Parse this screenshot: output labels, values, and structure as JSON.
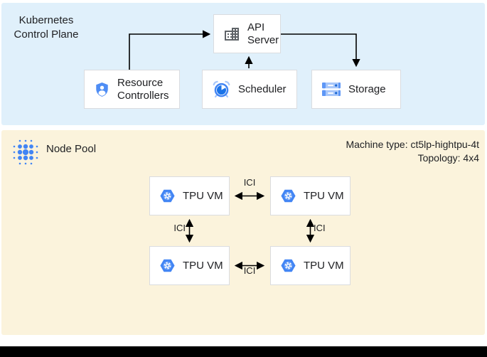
{
  "control_plane": {
    "title": "Kubernetes Control Plane",
    "boxes": {
      "api_server": "API Server",
      "resource_controllers": "Resource Controllers",
      "scheduler": "Scheduler",
      "storage": "Storage"
    }
  },
  "node_pool": {
    "title": "Node Pool",
    "machine_type": "Machine type: ct5lp-hightpu-4t",
    "topology": "Topology: 4x4",
    "tpu_vm": "TPU VM",
    "ici": "ICI"
  },
  "icons": {
    "api_server": "building-icon",
    "resource_controllers": "shield-user-icon",
    "scheduler": "alarm-clock-icon",
    "storage": "server-stack-icon",
    "node_pool": "dot-grid-icon",
    "tpu_vm": "hexagon-gear-icon"
  },
  "colors": {
    "control_plane_bg": "#E0F0FB",
    "node_pool_bg": "#FBF3DC",
    "box_bg": "#FFFFFF",
    "box_border": "#DADCE0",
    "icon_blue": "#4285F4",
    "icon_blue_light": "#A8C7FA",
    "icon_blue_dark": "#1967D2",
    "icon_gray": "#5F6368",
    "arrow": "#000000",
    "text": "#202124"
  }
}
